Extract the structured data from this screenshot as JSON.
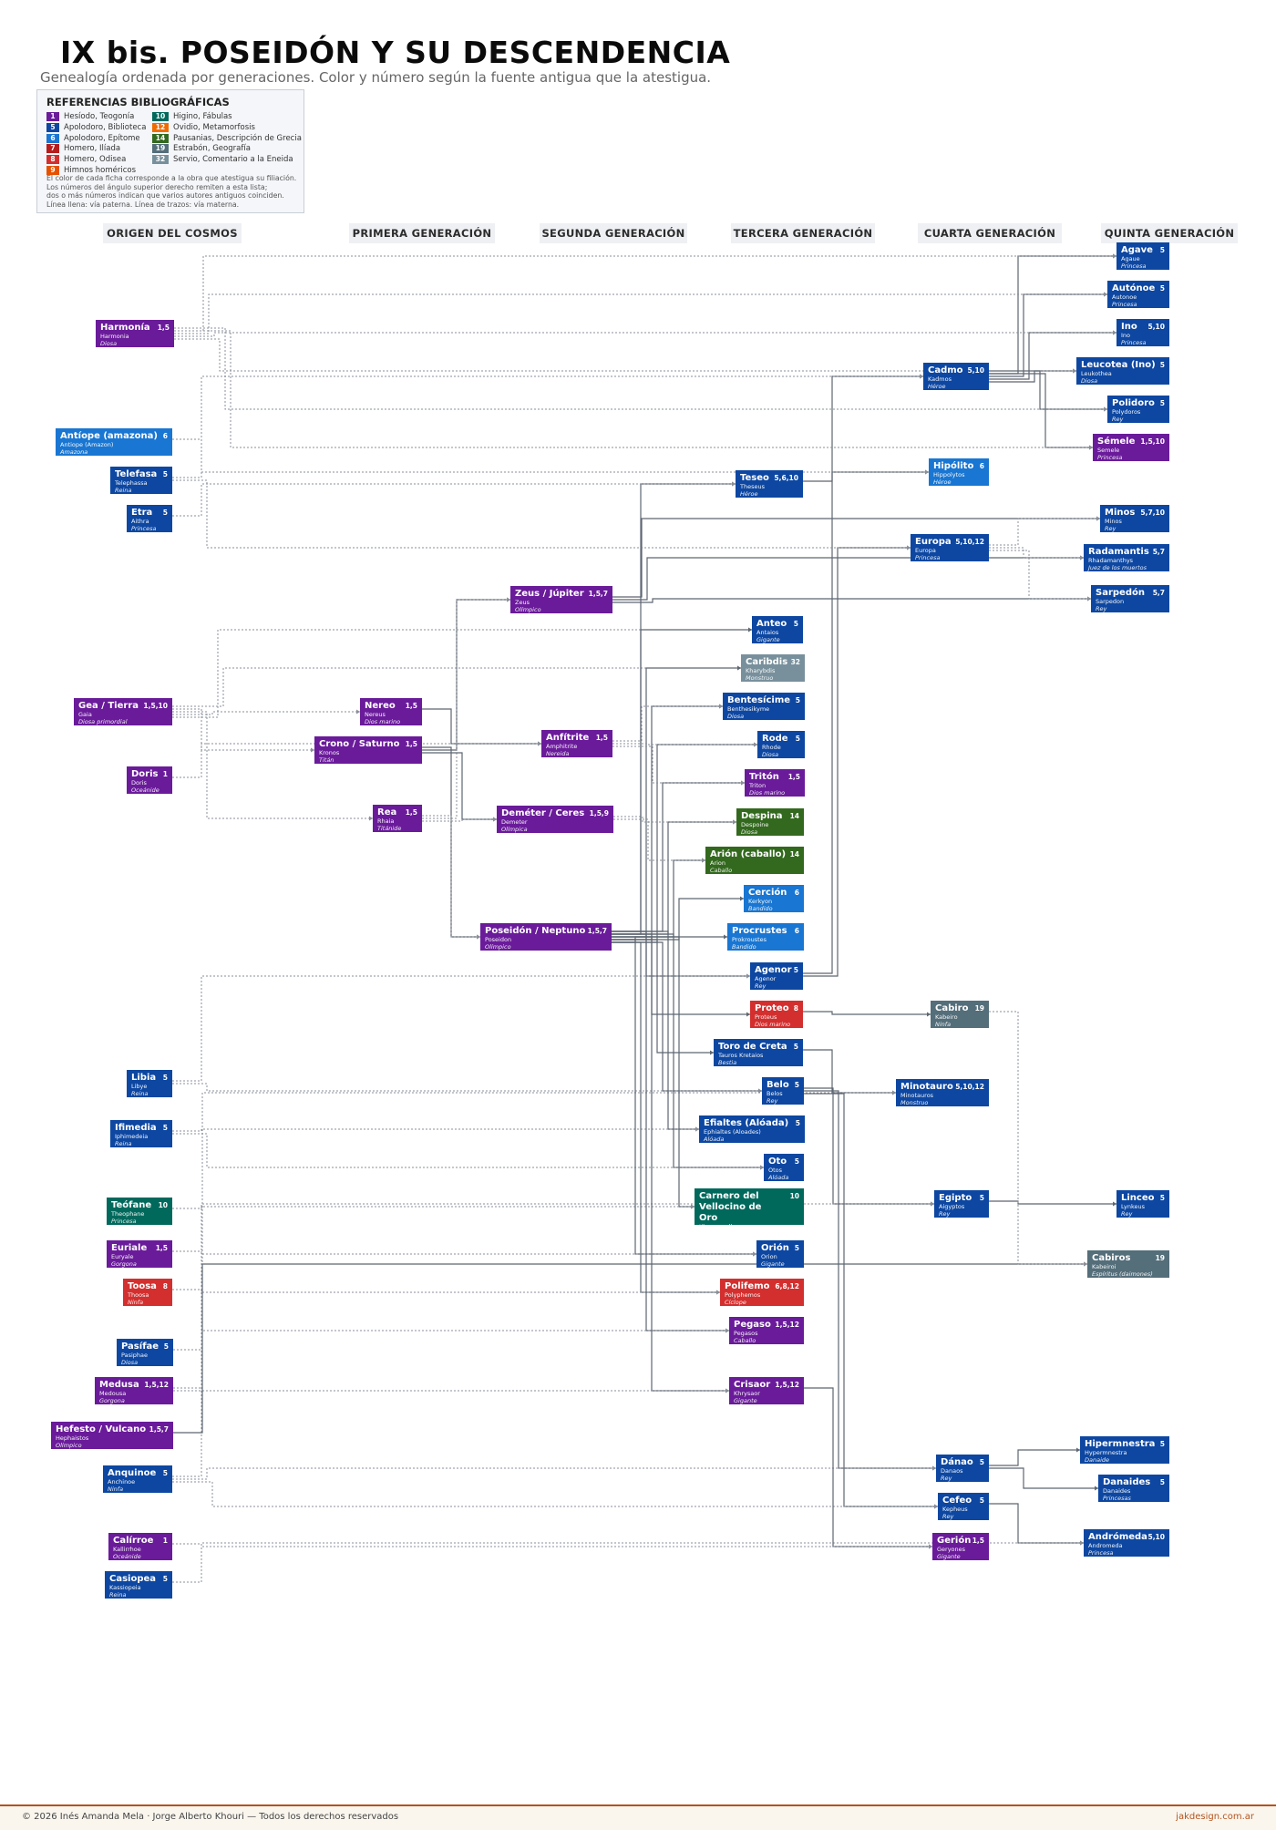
{
  "title": "IX bis. POSEIDÓN Y SU DESCENDENCIA",
  "subtitle": "Genealogía ordenada por generaciones. Color y número según la fuente antigua que la atestigua.",
  "legend": {
    "title": "REFERENCIAS BIBLIOGRÁFICAS",
    "items": [
      {
        "num": "1",
        "label": "Hesíodo, Teogonía",
        "color": "#6a1b9a"
      },
      {
        "num": "5",
        "label": "Apolodoro, Biblioteca",
        "color": "#0d47a1"
      },
      {
        "num": "6",
        "label": "Apolodoro, Epítome",
        "color": "#1976d2"
      },
      {
        "num": "7",
        "label": "Homero, Ilíada",
        "color": "#b71c1c"
      },
      {
        "num": "8",
        "label": "Homero, Odisea",
        "color": "#d32f2f"
      },
      {
        "num": "9",
        "label": "Himnos homéricos",
        "color": "#e65100"
      },
      {
        "num": "10",
        "label": "Higino, Fábulas",
        "color": "#00695c"
      },
      {
        "num": "12",
        "label": "Ovidio, Metamorfosis",
        "color": "#ef6c00"
      },
      {
        "num": "14",
        "label": "Pausanias, Descripción de Grecia",
        "color": "#33691e"
      },
      {
        "num": "19",
        "label": "Estrabón, Geografía",
        "color": "#546e7a"
      },
      {
        "num": "32",
        "label": "Servio, Comentario a la Eneida",
        "color": "#78909c"
      }
    ],
    "note": [
      "El color de cada ficha corresponde a la obra que atestigua su filiación.",
      "Los números del ángulo superior derecho remiten a esta lista;",
      "dos o más números indican que varios autores antiguos coinciden.",
      "Línea llena: vía paterna. Línea de trazos: vía materna."
    ]
  },
  "generations": [
    "ORIGEN DEL COSMOS",
    "PRIMERA GENERACIÓN",
    "SEGUNDA GENERACIÓN",
    "TERCERA GENERACIÓN",
    "CUARTA GENERACIÓN",
    "QUINTA GENERACIÓN"
  ],
  "nodes": {
    "harmonia": {
      "name": "Harmonía",
      "refs": "1,5",
      "greek": "Harmonia",
      "role": "Diosa",
      "color": "#6a1b9a"
    },
    "antiope": {
      "name": "Antíope (amazona)",
      "refs": "6",
      "greek": "Antiope (Amazon)",
      "role": "Amazona",
      "color": "#1976d2"
    },
    "telefasa": {
      "name": "Telefasa",
      "refs": "5",
      "greek": "Telephassa",
      "role": "Reina",
      "color": "#0d47a1"
    },
    "etra": {
      "name": "Etra",
      "refs": "5",
      "greek": "Aithra",
      "role": "Princesa",
      "color": "#0d47a1"
    },
    "gea": {
      "name": "Gea / Tierra",
      "refs": "1,5,10",
      "greek": "Gaia",
      "role": "Diosa primordial",
      "color": "#6a1b9a"
    },
    "doris": {
      "name": "Doris",
      "refs": "1",
      "greek": "Doris",
      "role": "Oceánide",
      "color": "#6a1b9a"
    },
    "libia": {
      "name": "Libia",
      "refs": "5",
      "greek": "Libye",
      "role": "Reina",
      "color": "#0d47a1"
    },
    "ifimedia": {
      "name": "Ifimedia",
      "refs": "5",
      "greek": "Iphimedeia",
      "role": "Reina",
      "color": "#0d47a1"
    },
    "teofane": {
      "name": "Teófane",
      "refs": "10",
      "greek": "Theophane",
      "role": "Princesa",
      "color": "#00695c"
    },
    "euriale": {
      "name": "Euriale",
      "refs": "1,5",
      "greek": "Euryale",
      "role": "Gorgona",
      "color": "#6a1b9a"
    },
    "toosa": {
      "name": "Toosa",
      "refs": "8",
      "greek": "Thoosa",
      "role": "Ninfa",
      "color": "#d32f2f"
    },
    "pasifae": {
      "name": "Pasífae",
      "refs": "5",
      "greek": "Pasiphae",
      "role": "Diosa",
      "color": "#0d47a1"
    },
    "medusa": {
      "name": "Medusa",
      "refs": "1,5,12",
      "greek": "Medousa",
      "role": "Gorgona",
      "color": "#6a1b9a"
    },
    "hefesto": {
      "name": "Hefesto / Vulcano",
      "refs": "1,5,7",
      "greek": "Hephaistos",
      "role": "Olímpico",
      "color": "#6a1b9a"
    },
    "anquinoe": {
      "name": "Anquinoe",
      "refs": "5",
      "greek": "Anchinoe",
      "role": "Ninfa",
      "color": "#0d47a1"
    },
    "caliroe": {
      "name": "Calírroe",
      "refs": "1",
      "greek": "Kallirrhoe",
      "role": "Oceánide",
      "color": "#6a1b9a"
    },
    "casiopea": {
      "name": "Casiopea",
      "refs": "5",
      "greek": "Kassiopeia",
      "role": "Reina",
      "color": "#0d47a1"
    },
    "nereo": {
      "name": "Nereo",
      "refs": "1,5",
      "greek": "Nereus",
      "role": "Dios marino",
      "color": "#6a1b9a"
    },
    "crono": {
      "name": "Crono / Saturno",
      "refs": "1,5",
      "greek": "Kronos",
      "role": "Titán",
      "color": "#6a1b9a"
    },
    "rea": {
      "name": "Rea",
      "refs": "1,5",
      "greek": "Rhaia",
      "role": "Titánide",
      "color": "#6a1b9a"
    },
    "zeus": {
      "name": "Zeus / Júpiter",
      "refs": "1,5,7",
      "greek": "Zeus",
      "role": "Olímpico",
      "color": "#6a1b9a"
    },
    "anfitrite": {
      "name": "Anfítrite",
      "refs": "1,5",
      "greek": "Amphitrite",
      "role": "Nereida",
      "color": "#6a1b9a"
    },
    "demeter": {
      "name": "Deméter / Ceres",
      "refs": "1,5,9",
      "greek": "Demeter",
      "role": "Olímpica",
      "color": "#6a1b9a"
    },
    "poseidon": {
      "name": "Poseidón / Neptuno",
      "refs": "1,5,7",
      "greek": "Poseidon",
      "role": "Olímpico",
      "color": "#6a1b9a"
    },
    "teseo": {
      "name": "Teseo",
      "refs": "5,6,10",
      "greek": "Theseus",
      "role": "Héroe",
      "color": "#0d47a1"
    },
    "anteo": {
      "name": "Anteo",
      "refs": "5",
      "greek": "Antaios",
      "role": "Gigante",
      "color": "#0d47a1"
    },
    "caribdis": {
      "name": "Caribdis",
      "refs": "32",
      "greek": "Kharybdis",
      "role": "Monstruo",
      "color": "#78909c"
    },
    "bentesicime": {
      "name": "Bentesícime",
      "refs": "5",
      "greek": "Benthesikyme",
      "role": "Diosa",
      "color": "#0d47a1"
    },
    "rode": {
      "name": "Rode",
      "refs": "5",
      "greek": "Rhode",
      "role": "Diosa",
      "color": "#0d47a1"
    },
    "triton": {
      "name": "Tritón",
      "refs": "1,5",
      "greek": "Triton",
      "role": "Dios marino",
      "color": "#6a1b9a"
    },
    "despina": {
      "name": "Despina",
      "refs": "14",
      "greek": "Despoine",
      "role": "Diosa",
      "color": "#33691e"
    },
    "arion": {
      "name": "Arión (caballo)",
      "refs": "14",
      "greek": "Arion",
      "role": "Caballo",
      "color": "#33691e"
    },
    "cercion": {
      "name": "Cerción",
      "refs": "6",
      "greek": "Kerkyon",
      "role": "Bandido",
      "color": "#1976d2"
    },
    "procrustes": {
      "name": "Procrustes",
      "refs": "6",
      "greek": "Prokroustes",
      "role": "Bandido",
      "color": "#1976d2"
    },
    "agenor": {
      "name": "Agenor",
      "refs": "5",
      "greek": "Agenor",
      "role": "Rey",
      "color": "#0d47a1"
    },
    "proteo": {
      "name": "Proteo",
      "refs": "8",
      "greek": "Proteus",
      "role": "Dios marino",
      "color": "#d32f2f"
    },
    "toro": {
      "name": "Toro de Creta",
      "refs": "5",
      "greek": "Tauros Kretaios",
      "role": "Bestia",
      "color": "#0d47a1"
    },
    "belo": {
      "name": "Belo",
      "refs": "5",
      "greek": "Belos",
      "role": "Rey",
      "color": "#0d47a1"
    },
    "efialtes": {
      "name": "Efialtes (Alóada)",
      "refs": "5",
      "greek": "Ephialtes (Aloades)",
      "role": "Alóada",
      "color": "#0d47a1"
    },
    "oto": {
      "name": "Oto",
      "refs": "5",
      "greek": "Otos",
      "role": "Alóada",
      "color": "#0d47a1"
    },
    "carnero": {
      "name": "Carnero del Vellocino de Oro",
      "refs": "10",
      "greek": "Khrysomallos",
      "role": "Carnero",
      "color": "#00695c"
    },
    "orion": {
      "name": "Orión",
      "refs": "5",
      "greek": "Orion",
      "role": "Gigante",
      "color": "#0d47a1"
    },
    "polifemo": {
      "name": "Polifemo",
      "refs": "6,8,12",
      "greek": "Polyphemos",
      "role": "Cíclope",
      "color": "#d32f2f"
    },
    "pegaso": {
      "name": "Pegaso",
      "refs": "1,5,12",
      "greek": "Pegasos",
      "role": "Caballo",
      "color": "#6a1b9a"
    },
    "crisaor": {
      "name": "Crisaor",
      "refs": "1,5,12",
      "greek": "Khrysaor",
      "role": "Gigante",
      "color": "#6a1b9a"
    },
    "cadmo": {
      "name": "Cadmo",
      "refs": "5,10",
      "greek": "Kadmos",
      "role": "Héroe",
      "color": "#0d47a1"
    },
    "hipolito": {
      "name": "Hipólito",
      "refs": "6",
      "greek": "Hippolytos",
      "role": "Héroe",
      "color": "#1976d2"
    },
    "europa": {
      "name": "Europa",
      "refs": "5,10,12",
      "greek": "Europa",
      "role": "Princesa",
      "color": "#0d47a1"
    },
    "cabiro": {
      "name": "Cabiro",
      "refs": "19",
      "greek": "Kabeiro",
      "role": "Ninfa",
      "color": "#546e7a"
    },
    "minotauro": {
      "name": "Minotauro",
      "refs": "5,10,12",
      "greek": "Minotauros",
      "role": "Monstruo",
      "color": "#0d47a1"
    },
    "egipto": {
      "name": "Egipto",
      "refs": "5",
      "greek": "Aigyptos",
      "role": "Rey",
      "color": "#0d47a1"
    },
    "danao": {
      "name": "Dánao",
      "refs": "5",
      "greek": "Danaos",
      "role": "Rey",
      "color": "#0d47a1"
    },
    "cefeo": {
      "name": "Cefeo",
      "refs": "5",
      "greek": "Kepheus",
      "role": "Rey",
      "color": "#0d47a1"
    },
    "gerion": {
      "name": "Gerión",
      "refs": "1,5",
      "greek": "Geryones",
      "role": "Gigante",
      "color": "#6a1b9a"
    },
    "agave": {
      "name": "Agave",
      "refs": "5",
      "greek": "Agaue",
      "role": "Princesa",
      "color": "#0d47a1"
    },
    "autonoe": {
      "name": "Autónoe",
      "refs": "5",
      "greek": "Autonoe",
      "role": "Princesa",
      "color": "#0d47a1"
    },
    "ino": {
      "name": "Ino",
      "refs": "5,10",
      "greek": "Ino",
      "role": "Princesa",
      "color": "#0d47a1"
    },
    "leucotea": {
      "name": "Leucotea (Ino)",
      "refs": "5",
      "greek": "Leukothea",
      "role": "Diosa",
      "color": "#0d47a1"
    },
    "polidoro": {
      "name": "Polidoro",
      "refs": "5",
      "greek": "Polydoros",
      "role": "Rey",
      "color": "#0d47a1"
    },
    "semele": {
      "name": "Sémele",
      "refs": "1,5,10",
      "greek": "Semele",
      "role": "Princesa",
      "color": "#6a1b9a"
    },
    "minos": {
      "name": "Minos",
      "refs": "5,7,10",
      "greek": "Minos",
      "role": "Rey",
      "color": "#0d47a1"
    },
    "radamantis": {
      "name": "Radamantis",
      "refs": "5,7",
      "greek": "Rhadamanthys",
      "role": "Juez de los muertos",
      "color": "#0d47a1"
    },
    "sarpedon": {
      "name": "Sarpedón",
      "refs": "5,7",
      "greek": "Sarpedon",
      "role": "Rey",
      "color": "#0d47a1"
    },
    "linceo": {
      "name": "Linceo",
      "refs": "5",
      "greek": "Lynkeus",
      "role": "Rey",
      "color": "#0d47a1"
    },
    "cabiros": {
      "name": "Cabiros",
      "refs": "19",
      "greek": "Kabeiroi",
      "role": "Espíritus (daimones)",
      "color": "#546e7a"
    },
    "hipermnestra": {
      "name": "Hipermnestra",
      "refs": "5",
      "greek": "Hypermnestra",
      "role": "Danaide",
      "color": "#0d47a1"
    },
    "danaides": {
      "name": "Danaides",
      "refs": "5",
      "greek": "Danaides",
      "role": "Princesas",
      "color": "#0d47a1"
    },
    "andromeda": {
      "name": "Andrómeda",
      "refs": "5,10",
      "greek": "Andromeda",
      "role": "Princesa",
      "color": "#0d47a1"
    }
  },
  "edges": [
    {
      "from": "crono",
      "to": "poseidon",
      "style": "solid"
    },
    {
      "from": "rea",
      "to": "poseidon",
      "style": "dashed"
    },
    {
      "from": "crono",
      "to": "zeus",
      "style": "solid"
    },
    {
      "from": "rea",
      "to": "zeus",
      "style": "dashed"
    },
    {
      "from": "crono",
      "to": "demeter",
      "style": "solid"
    },
    {
      "from": "rea",
      "to": "demeter",
      "style": "dashed"
    },
    {
      "from": "gea",
      "to": "crono",
      "style": "dashed"
    },
    {
      "from": "gea",
      "to": "rea",
      "style": "dashed"
    },
    {
      "from": "gea",
      "to": "nereo",
      "style": "dashed"
    },
    {
      "from": "gea",
      "to": "anteo",
      "style": "dashed"
    },
    {
      "from": "gea",
      "to": "caribdis",
      "style": "dashed"
    },
    {
      "from": "nereo",
      "to": "anfitrite",
      "style": "solid"
    },
    {
      "from": "doris",
      "to": "anfitrite",
      "style": "dashed"
    },
    {
      "from": "poseidon",
      "to": "anteo",
      "style": "solid"
    },
    {
      "from": "poseidon",
      "to": "caribdis",
      "style": "solid"
    },
    {
      "from": "poseidon",
      "to": "bentesicime",
      "style": "solid"
    },
    {
      "from": "anfitrite",
      "to": "bentesicime",
      "style": "dashed"
    },
    {
      "from": "poseidon",
      "to": "rode",
      "style": "solid"
    },
    {
      "from": "anfitrite",
      "to": "rode",
      "style": "dashed"
    },
    {
      "from": "poseidon",
      "to": "triton",
      "style": "solid"
    },
    {
      "from": "anfitrite",
      "to": "triton",
      "style": "dashed"
    },
    {
      "from": "poseidon",
      "to": "despina",
      "style": "solid"
    },
    {
      "from": "demeter",
      "to": "despina",
      "style": "dashed"
    },
    {
      "from": "poseidon",
      "to": "arion",
      "style": "solid"
    },
    {
      "from": "demeter",
      "to": "arion",
      "style": "dashed"
    },
    {
      "from": "poseidon",
      "to": "cercion",
      "style": "solid"
    },
    {
      "from": "poseidon",
      "to": "procrustes",
      "style": "solid"
    },
    {
      "from": "poseidon",
      "to": "teseo",
      "style": "solid"
    },
    {
      "from": "etra",
      "to": "teseo",
      "style": "dashed"
    },
    {
      "from": "teseo",
      "to": "hipolito",
      "style": "solid"
    },
    {
      "from": "antiope",
      "to": "hipolito",
      "style": "dashed"
    },
    {
      "from": "poseidon",
      "to": "agenor",
      "style": "solid"
    },
    {
      "from": "libia",
      "to": "agenor",
      "style": "dashed"
    },
    {
      "from": "agenor",
      "to": "cadmo",
      "style": "solid"
    },
    {
      "from": "telefasa",
      "to": "cadmo",
      "style": "dashed"
    },
    {
      "from": "agenor",
      "to": "europa",
      "style": "solid"
    },
    {
      "from": "telefasa",
      "to": "europa",
      "style": "dashed"
    },
    {
      "from": "cadmo",
      "to": "agave",
      "style": "solid"
    },
    {
      "from": "harmonia",
      "to": "agave",
      "style": "dashed"
    },
    {
      "from": "cadmo",
      "to": "autonoe",
      "style": "solid"
    },
    {
      "from": "harmonia",
      "to": "autonoe",
      "style": "dashed"
    },
    {
      "from": "cadmo",
      "to": "ino",
      "style": "solid"
    },
    {
      "from": "harmonia",
      "to": "ino",
      "style": "dashed"
    },
    {
      "from": "cadmo",
      "to": "leucotea",
      "style": "solid"
    },
    {
      "from": "harmonia",
      "to": "leucotea",
      "style": "dashed"
    },
    {
      "from": "cadmo",
      "to": "polidoro",
      "style": "solid"
    },
    {
      "from": "harmonia",
      "to": "polidoro",
      "style": "dashed"
    },
    {
      "from": "cadmo",
      "to": "semele",
      "style": "solid"
    },
    {
      "from": "harmonia",
      "to": "semele",
      "style": "dashed"
    },
    {
      "from": "zeus",
      "to": "minos",
      "style": "solid"
    },
    {
      "from": "europa",
      "to": "minos",
      "style": "dashed"
    },
    {
      "from": "zeus",
      "to": "radamantis",
      "style": "solid"
    },
    {
      "from": "europa",
      "to": "radamantis",
      "style": "dashed"
    },
    {
      "from": "zeus",
      "to": "sarpedon",
      "style": "solid"
    },
    {
      "from": "europa",
      "to": "sarpedon",
      "style": "dashed"
    },
    {
      "from": "poseidon",
      "to": "proteo",
      "style": "solid"
    },
    {
      "from": "proteo",
      "to": "cabiro",
      "style": "solid"
    },
    {
      "from": "poseidon",
      "to": "toro",
      "style": "solid"
    },
    {
      "from": "toro",
      "to": "minotauro",
      "style": "solid"
    },
    {
      "from": "pasifae",
      "to": "minotauro",
      "style": "dashed"
    },
    {
      "from": "poseidon",
      "to": "belo",
      "style": "solid"
    },
    {
      "from": "libia",
      "to": "belo",
      "style": "dashed"
    },
    {
      "from": "belo",
      "to": "egipto",
      "style": "solid"
    },
    {
      "from": "anquinoe",
      "to": "egipto",
      "style": "dashed"
    },
    {
      "from": "belo",
      "to": "danao",
      "style": "solid"
    },
    {
      "from": "anquinoe",
      "to": "danao",
      "style": "dashed"
    },
    {
      "from": "belo",
      "to": "cefeo",
      "style": "solid"
    },
    {
      "from": "anquinoe",
      "to": "cefeo",
      "style": "dashed"
    },
    {
      "from": "egipto",
      "to": "linceo",
      "style": "solid"
    },
    {
      "from": "danao",
      "to": "hipermnestra",
      "style": "solid"
    },
    {
      "from": "danao",
      "to": "danaides",
      "style": "solid"
    },
    {
      "from": "cefeo",
      "to": "andromeda",
      "style": "solid"
    },
    {
      "from": "casiopea",
      "to": "andromeda",
      "style": "dashed"
    },
    {
      "from": "poseidon",
      "to": "efialtes",
      "style": "solid"
    },
    {
      "from": "ifimedia",
      "to": "efialtes",
      "style": "dashed"
    },
    {
      "from": "poseidon",
      "to": "oto",
      "style": "solid"
    },
    {
      "from": "ifimedia",
      "to": "oto",
      "style": "dashed"
    },
    {
      "from": "poseidon",
      "to": "carnero",
      "style": "solid"
    },
    {
      "from": "teofane",
      "to": "carnero",
      "style": "dashed"
    },
    {
      "from": "poseidon",
      "to": "orion",
      "style": "solid"
    },
    {
      "from": "euriale",
      "to": "orion",
      "style": "dashed"
    },
    {
      "from": "poseidon",
      "to": "polifemo",
      "style": "solid"
    },
    {
      "from": "toosa",
      "to": "polifemo",
      "style": "dashed"
    },
    {
      "from": "poseidon",
      "to": "pegaso",
      "style": "solid"
    },
    {
      "from": "medusa",
      "to": "pegaso",
      "style": "dashed"
    },
    {
      "from": "poseidon",
      "to": "crisaor",
      "style": "solid"
    },
    {
      "from": "medusa",
      "to": "crisaor",
      "style": "dashed"
    },
    {
      "from": "crisaor",
      "to": "gerion",
      "style": "solid"
    },
    {
      "from": "caliroe",
      "to": "gerion",
      "style": "dashed"
    },
    {
      "from": "hefesto",
      "to": "cabiros",
      "style": "solid"
    },
    {
      "from": "cabiro",
      "to": "cabiros",
      "style": "dashed"
    }
  ],
  "footer": {
    "copyright": "© 2026  Inés Amanda Mela  ·  Jorge Alberto Khouri  —  Todos los derechos reservados",
    "site": "jakdesign.com.ar"
  }
}
